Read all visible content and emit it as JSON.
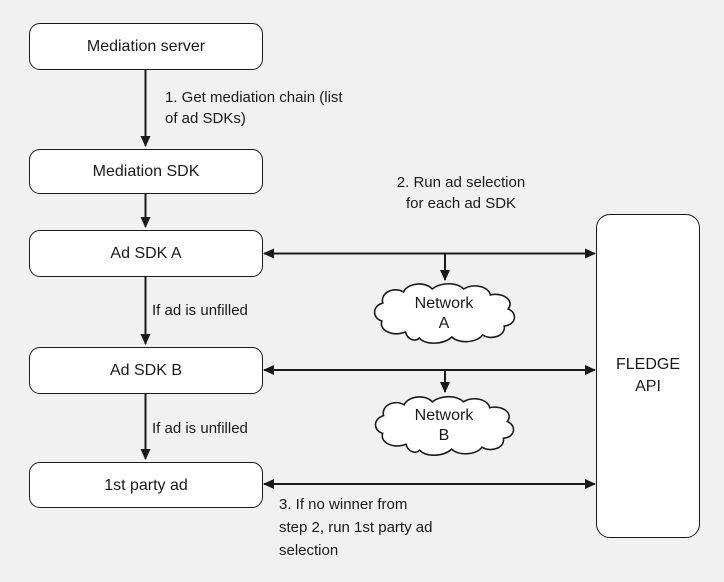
{
  "diagram": {
    "colors": {
      "background": "#f1f1f1",
      "node_fill": "#ffffff",
      "stroke": "#1a1a1a"
    },
    "nodes": {
      "mediation_server": "Mediation server",
      "mediation_sdk": "Mediation SDK",
      "ad_sdk_a": "Ad SDK A",
      "ad_sdk_b": "Ad SDK B",
      "first_party_ad": "1st party ad",
      "fledge_api": "FLEDGE\nAPI"
    },
    "clouds": {
      "network_a": "Network\nA",
      "network_b": "Network\nB"
    },
    "annotations": {
      "step1": "1. Get mediation chain (list\nof ad SDKs)",
      "step2": "2. Run ad selection\nfor each ad SDK",
      "if_unfilled_1": "If ad is unfilled",
      "if_unfilled_2": "If ad is unfilled",
      "step3": "3. If no winner from\nstep 2, run 1st party ad\nselection"
    }
  }
}
